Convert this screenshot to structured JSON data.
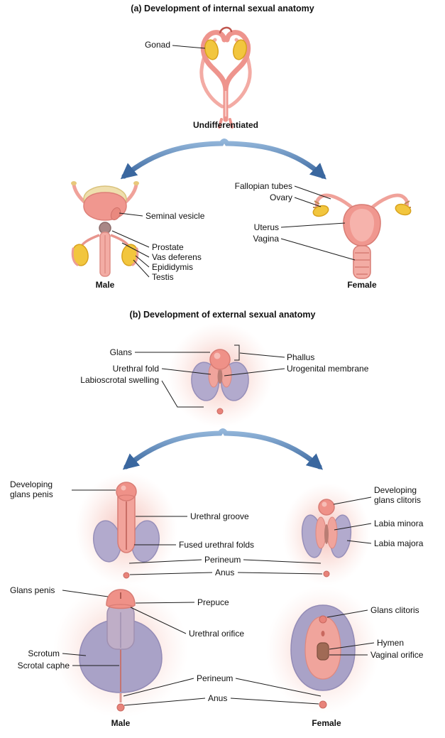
{
  "section_a": {
    "title": "(a) Development of internal sexual anatomy",
    "labels": {
      "gonad": "Gonad",
      "undifferentiated": "Undifferentiated",
      "seminal_vesicle": "Seminal vesicle",
      "prostate": "Prostate",
      "vas_deferens": "Vas deferens",
      "epididymis": "Epididymis",
      "testis": "Testis",
      "male_caption": "Male",
      "fallopian_tubes": "Fallopian tubes",
      "ovary": "Ovary",
      "uterus": "Uterus",
      "vagina": "Vagina",
      "female_caption": "Female"
    }
  },
  "section_b": {
    "title": "(b) Development of external sexual anatomy",
    "labels": {
      "glans": "Glans",
      "phallus": "Phallus",
      "urogenital_membrane": "Urogenital membrane",
      "urethral_fold": "Urethral fold",
      "labioscrotal_swelling": "Labioscrotal swelling",
      "developing_glans_penis": "Developing glans penis",
      "urethral_groove": "Urethral groove",
      "fused_urethral_folds": "Fused urethral folds",
      "perineum_developing": "Perineum",
      "anus_developing": "Anus",
      "developing_glans_clitoris": "Developing glans clitoris",
      "labia_minora": "Labia minora",
      "labia_majora": "Labia majora",
      "glans_penis": "Glans penis",
      "prepuce": "Prepuce",
      "urethral_orifice": "Urethral orifice",
      "scrotum": "Scrotum",
      "scrotal_raphe": "Scrotal caphe",
      "perineum_mature": "Perineum",
      "anus_mature": "Anus",
      "glans_clitoris": "Glans clitoris",
      "hymen": "Hymen",
      "vaginal_orifice": "Vaginal orifice",
      "male_caption": "Male",
      "female_caption": "Female"
    }
  },
  "colors": {
    "duct_pink": "#ee948d",
    "tissue_pink_light": "#f3aca4",
    "gonad_yellow": "#f2c63e",
    "swelling_purple": "#b2aacd",
    "arrow_blue": "#3a679f",
    "hymen_brown": "#a06a55",
    "leader_line": "#1c1c1c",
    "background": "#ffffff"
  }
}
